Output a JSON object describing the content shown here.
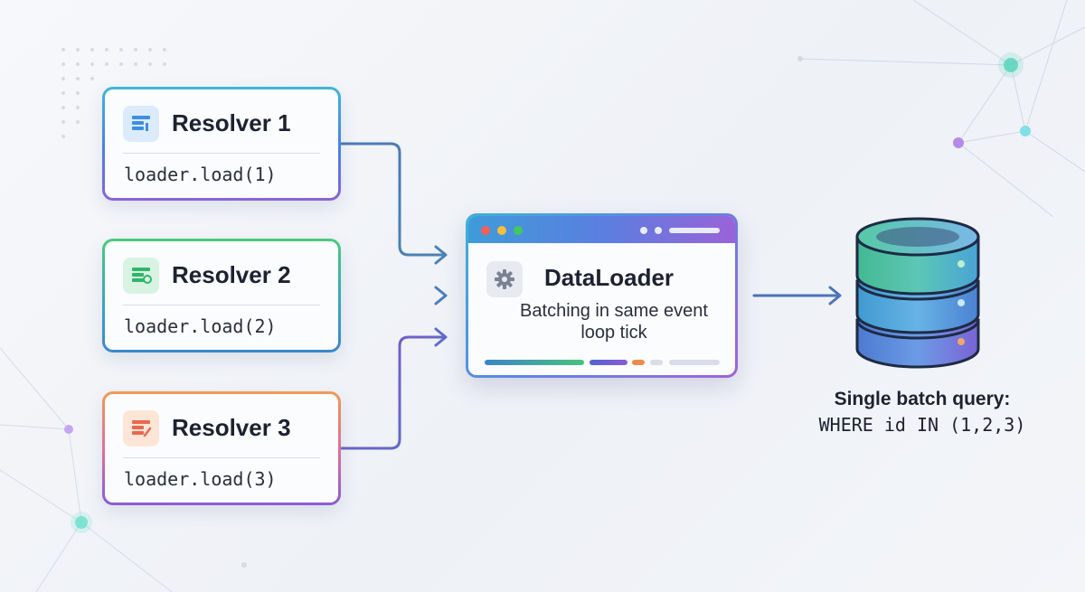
{
  "resolvers": [
    {
      "title": "Resolver 1",
      "code": "loader.load(1)"
    },
    {
      "title": "Resolver 2",
      "code": "loader.load(2)"
    },
    {
      "title": "Resolver 3",
      "code": "loader.load(3)"
    }
  ],
  "dataloader": {
    "title": "DataLoader",
    "subtitle": "Batching in same event loop tick"
  },
  "database": {
    "label": "Single batch query:",
    "query": "WHERE id IN (1,2,3)"
  },
  "colors": {
    "resolver_1_accent": "#4d7fe0",
    "resolver_2_accent": "#4cc97c",
    "resolver_3_accent": "#f19a54",
    "dataloader_accent": "#5c84e2",
    "arrow": "#4f73b8"
  },
  "icons": {
    "resolver_1": "table-icon",
    "resolver_2": "table-icon",
    "resolver_3": "table-icon",
    "dataloader": "gear-icon",
    "database": "database-icon"
  }
}
